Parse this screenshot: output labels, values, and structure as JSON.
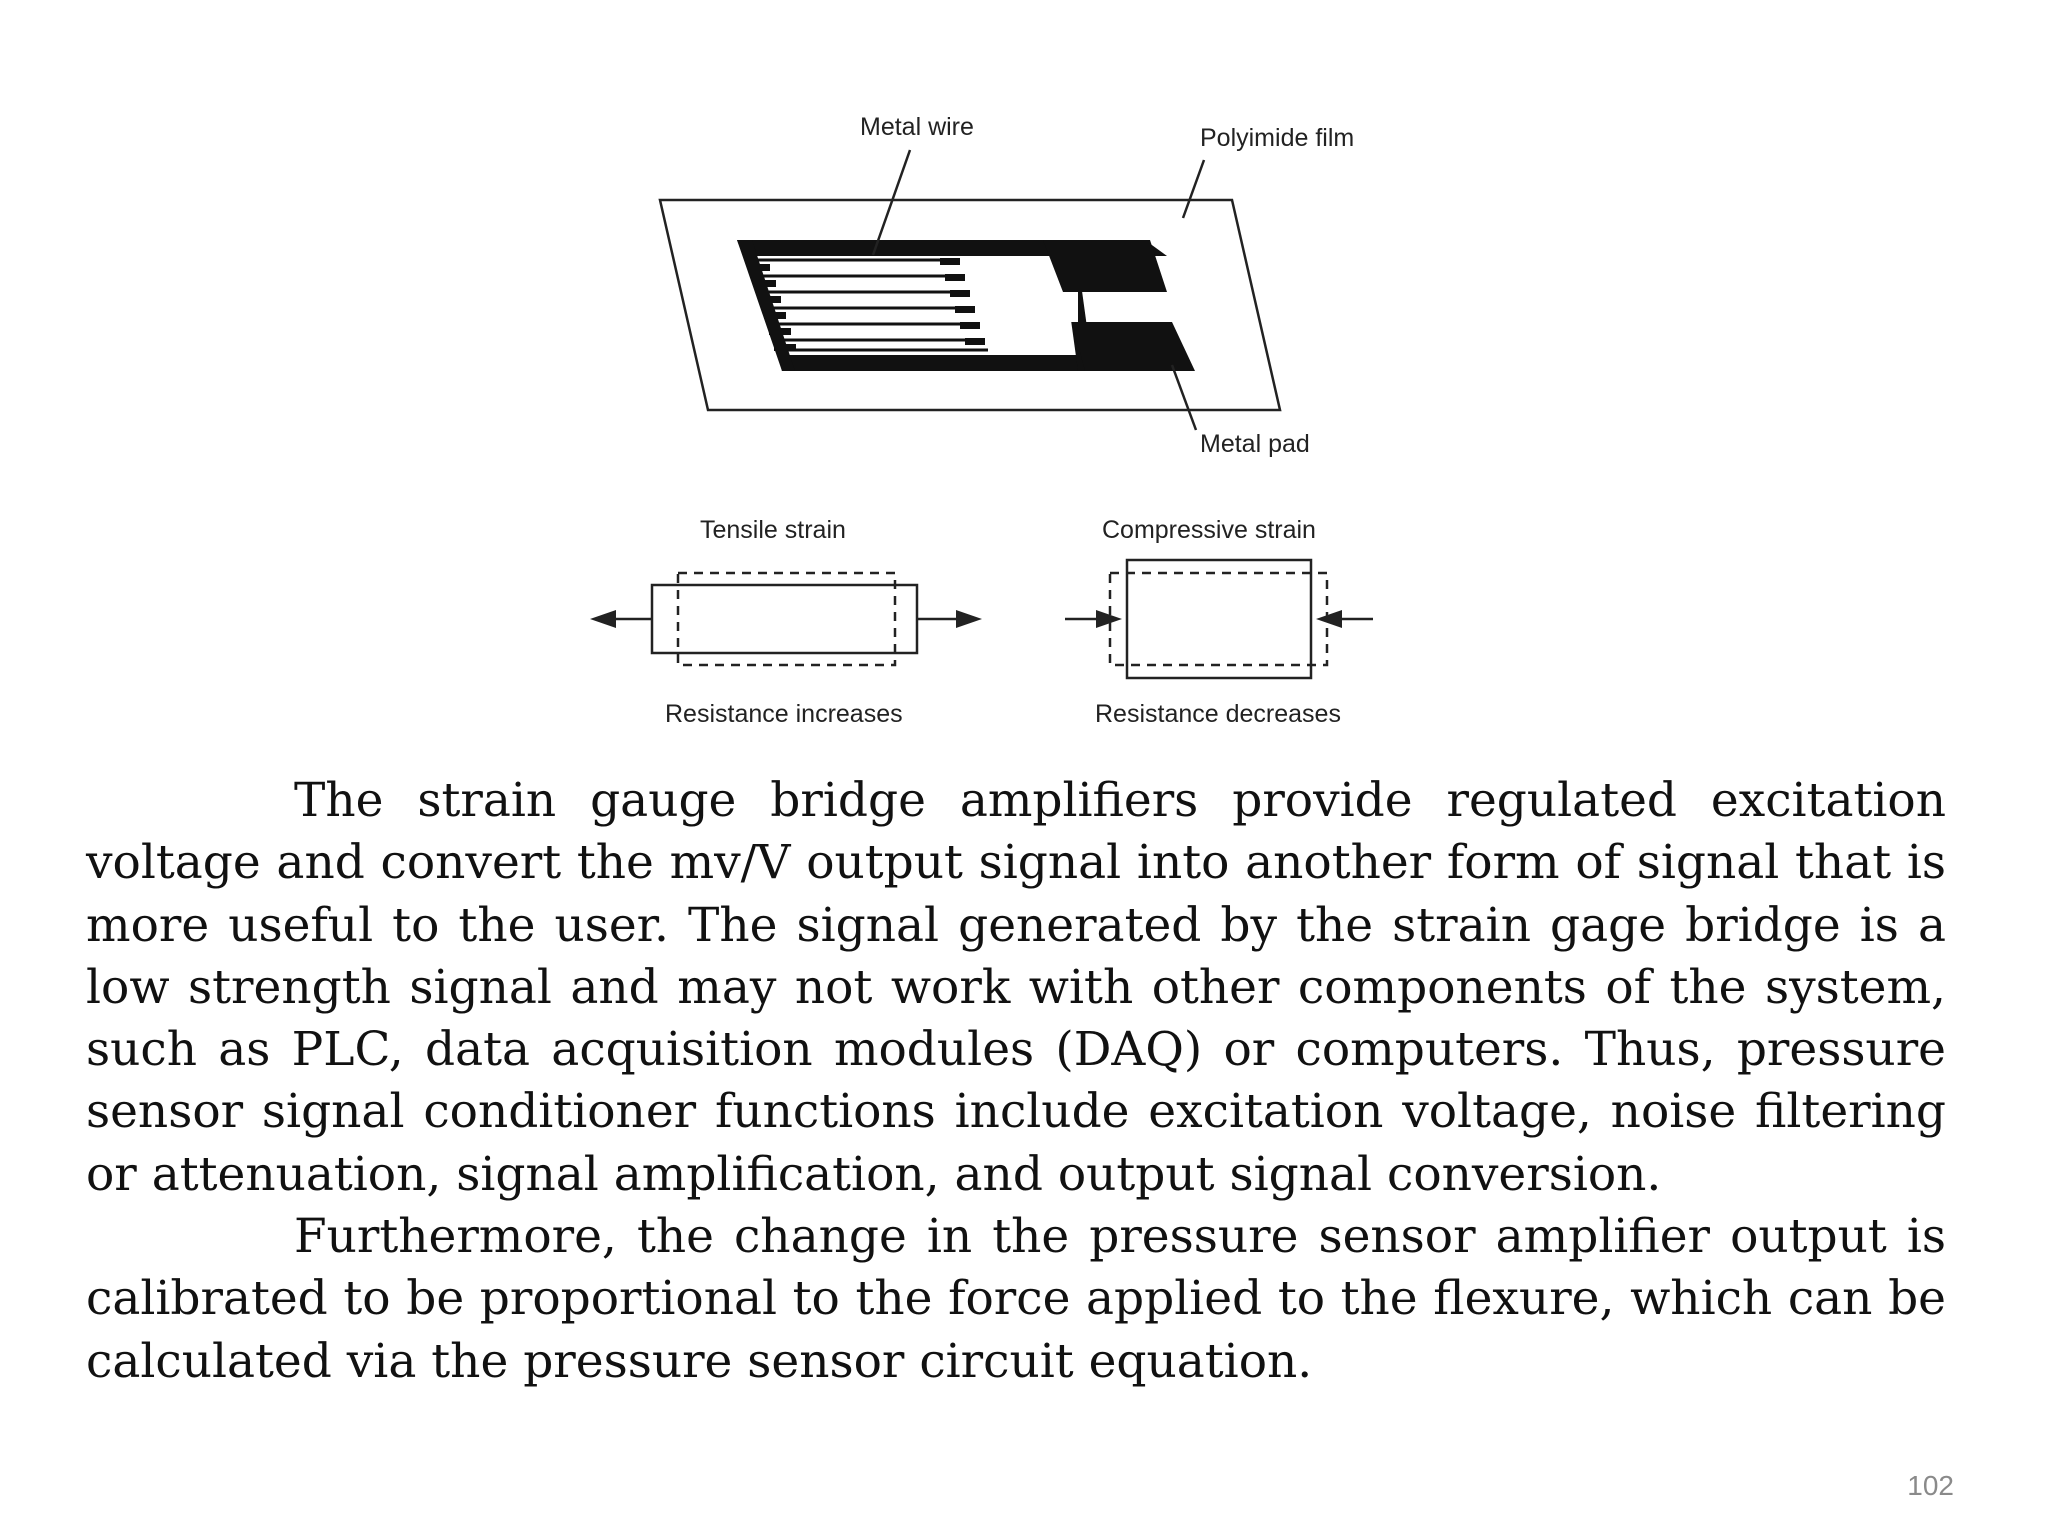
{
  "figure": {
    "gauge": {
      "metal_wire_label": "Metal wire",
      "polyimide_film_label": "Polyimide film",
      "metal_pad_label": "Metal pad"
    },
    "tensile": {
      "title": "Tensile strain",
      "caption": "Resistance increases"
    },
    "compressive": {
      "title": "Compressive strain",
      "caption": "Resistance decreases"
    }
  },
  "text": {
    "paragraph_1": "The strain gauge bridge amplifiers provide regulated excitation voltage and convert the mv/V output signal into another form of signal that is more useful to the user. The signal generated by the strain gage bridge is a low strength signal and may not work with other components of the system, such as PLC, data acquisition modules (DAQ) or computers. Thus, pressure sensor signal conditioner functions include excitation voltage, noise filtering or attenuation, signal amplification, and output signal conversion.",
    "paragraph_2": "Furthermore, the change in the pressure sensor amplifier output is calibrated to be proportional to the force applied to the flexure, which can be calculated via the pressure sensor circuit equation."
  },
  "page_number": "102"
}
